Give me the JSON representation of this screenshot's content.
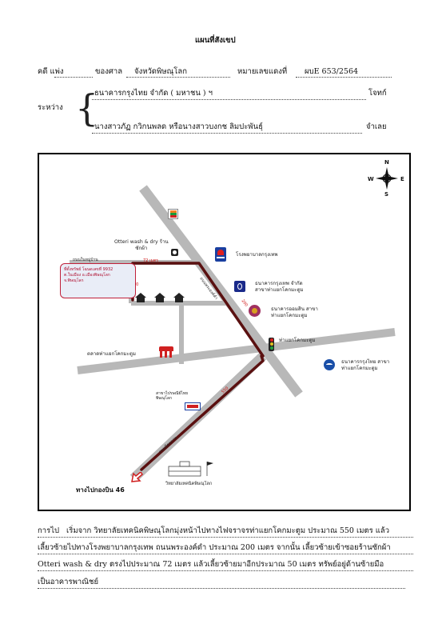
{
  "header": {
    "title": "แผนที่สังเขป",
    "case_label": "คดี แพ่ง",
    "court_label": "ของศาล",
    "court_name": "จังหวัดพิษณุโลก",
    "case_no_label": "หมายเลขแดงที่",
    "case_no": "ผบE 653/2564"
  },
  "parties": {
    "between_label": "ระหว่าง",
    "plaintiff": "ธนาคารกรุงไทย จำกัด ( มหาชน ) ฯ",
    "plaintiff_role": "โจทก์",
    "defendant": "นางสาวภัฏ กวิกนพลด หรือนางสาวบงกช ลิมปะพันธุ์",
    "defendant_role": "จำเลย"
  },
  "map": {
    "compass": {
      "n": "N",
      "s": "S",
      "e": "E",
      "w": "W"
    },
    "labels": {
      "shop": "Otteri wash & dry ร้าน\nซักผ้า",
      "hospital": "โรงพยาบาลกรุงเทพ",
      "bbl": "ธนาคารกรุงเทพ จำกัด\nสาขาท่าแยกโคกมะตูม",
      "gsb": "ธนาคารออมสิน สาขา\nท่าแยกโคกมะตูม",
      "junction": "ท่าแยกโคกมะตูม",
      "ktb": "ธนาคารกรุงไทย สาขา\nท่าแยกโคกมะตูม",
      "market": "ตลาดท่าแยกโคกมะตูม",
      "post": "สาขาไปรษณีย์ไทย\nพิษณุโลก",
      "college": "วิทยาลัยเทคนิคพิษณุโลก",
      "to_route": "ทางไปกองบิน 46",
      "village_road": "ถนนในหมู่บ้าน",
      "road_a": "ถนนพระองค์ดำ",
      "road_b": "ถนนมิตรภาพ",
      "dist_72": "72 เมตร",
      "dist_50": "50",
      "dist_200": "200",
      "dist_550": "550",
      "note": "ที่ตั้งทรัพย์ โฉนดเลขที่ 9932\nต.ในเมือง อ.เมืองพิษณุโลก\nจ.พิษณุโลก"
    }
  },
  "directions": {
    "label": "การไป",
    "line1": "เริ่มจาก วิทยาลัยเทคนิคพิษณุโลกมุ่งหน้าไปทางไฟจราจรท่าแยกโคกมะตูม ประมาณ 550 เมตร แล้ว",
    "line2": "เลี้ยวซ้ายไปทางโรงพยาบาลกรุงเทพ ถนนพระองค์ดำ ประมาณ 200 เมตร จากนั้น เลี้ยวซ้ายเข้าซอยร้านซักผ้า",
    "line3": "Otteri wash & dry ตรงไปประมาณ 72 เมตร แล้วเลี้ยวซ้ายมาอีกประมาณ 50 เมตร ทรัพย์อยู่ด้านซ้ายมือ",
    "line4": "เป็นอาคารพาณิชย์"
  },
  "colors": {
    "road": "#b8b8b8",
    "route": "#5a1010",
    "note_border": "#c0203a",
    "ktb_blue": "#1a4fa8"
  }
}
